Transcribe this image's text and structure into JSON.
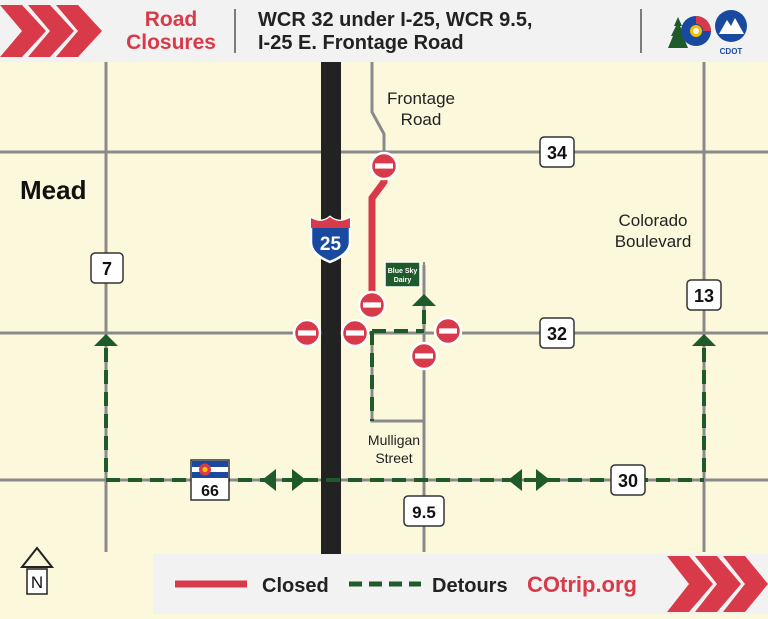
{
  "header": {
    "title_line1": "Road",
    "title_line2": "Closures",
    "subtitle_line1": "WCR 32 under I-25, WCR 9.5,",
    "subtitle_line2": "I-25 E. Frontage Road",
    "logo_cdot_text": "CDOT"
  },
  "map": {
    "town_label": "Mead",
    "frontage_label_line1": "Frontage",
    "frontage_label_line2": "Road",
    "colorado_blvd_line1": "Colorado",
    "colorado_blvd_line2": "Boulevard",
    "mulligan_line1": "Mulligan",
    "mulligan_line2": "Street",
    "dairy_line1": "Blue Sky",
    "dairy_line2": "Dairy",
    "interstate_shield": "25",
    "state_highway_shield": "66",
    "road_shields": {
      "r34": "34",
      "r32": "32",
      "r30": "30",
      "r7": "7",
      "r13": "13",
      "r95": "9.5"
    },
    "north_label": "N"
  },
  "legend": {
    "closed_label": "Closed",
    "detours_label": "Detours",
    "website": "COtrip.org"
  },
  "colors": {
    "background": "#fbf8dc",
    "road_gray": "#8a8a8a",
    "closure_red": "#d93a49",
    "detour_green": "#1f5a2a",
    "interstate": "#222222",
    "header_bg": "#f2f2f2"
  }
}
